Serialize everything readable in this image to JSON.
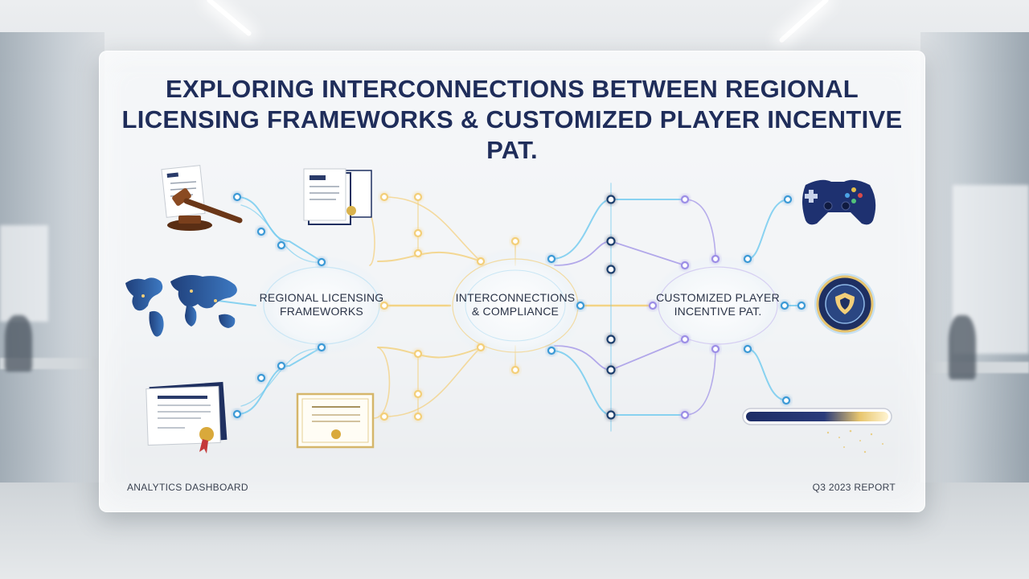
{
  "title": {
    "line1": "EXPLORING INTERCONNECTIONS BETWEEN REGIONAL",
    "line2": "LICENSING FRAMEWORKS & CUSTOMIZED PLAYER INCENTIVE PAT."
  },
  "hubs": {
    "left": {
      "line1": "REGIONAL LICENSING",
      "line2": "FRAMEWORKS"
    },
    "center": {
      "line1": "INTERCONNECTIONS",
      "line2": "& COMPLIANCE"
    },
    "right": {
      "line1": "CUSTOMIZED PLAYER",
      "line2": "INCENTIVE PAT."
    }
  },
  "icons": {
    "left": [
      "gavel-document-icon",
      "license-documents-icon",
      "world-map-icon",
      "certificate-icon",
      "gold-certificate-icon"
    ],
    "right": [
      "game-controller-icon",
      "shield-badge-icon",
      "progress-bar-icon"
    ]
  },
  "progress": {
    "fraction": 0.62
  },
  "footer": {
    "left": "ANALYTICS DASHBOARD",
    "right": "Q3 2023 REPORT"
  },
  "colors": {
    "title": "#1f2d5a",
    "blue_line": "#6ec9ef",
    "gold_line": "#f3cf79",
    "purple_line": "#9c8ee6",
    "node_blue": "#3b9ad6",
    "node_dark": "#1f3f6e"
  }
}
